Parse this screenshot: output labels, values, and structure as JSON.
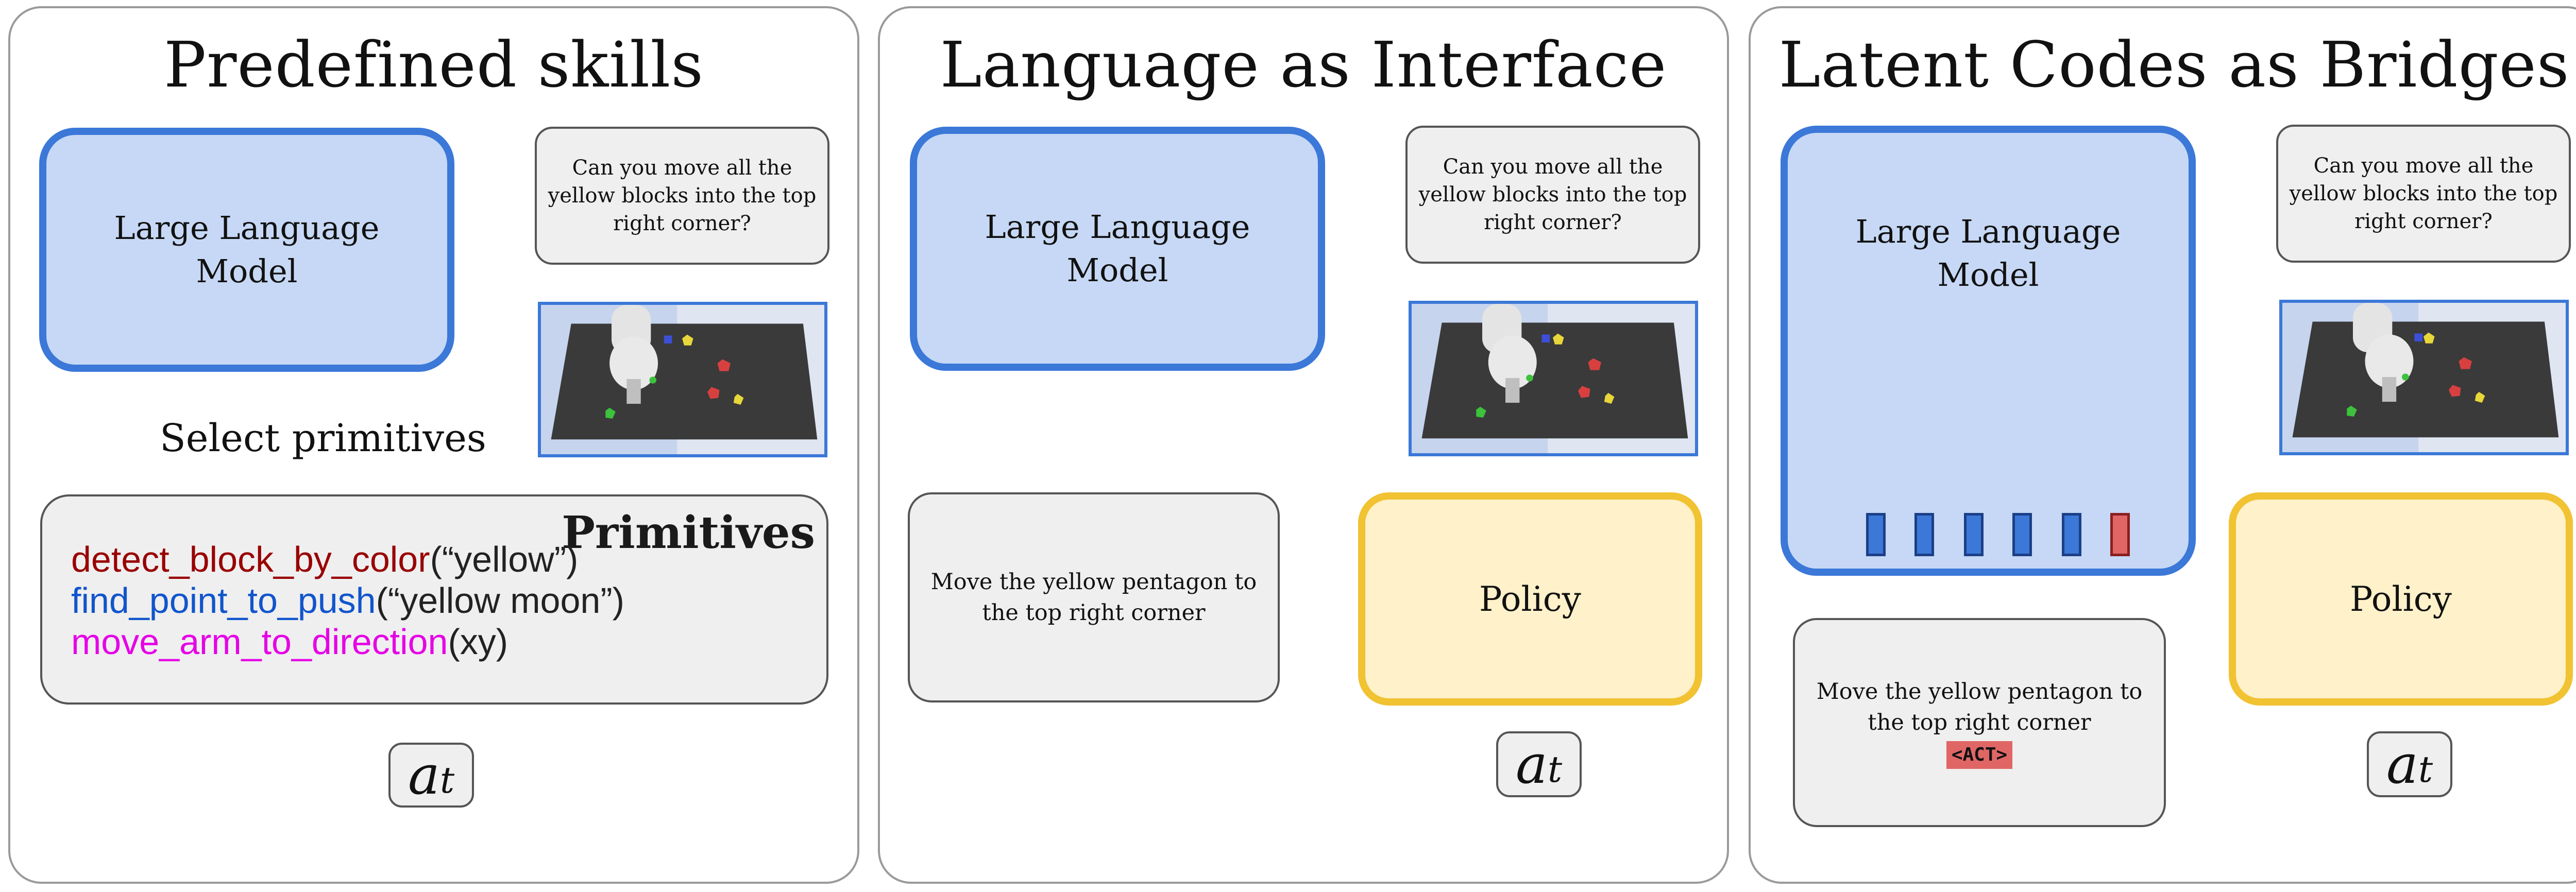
{
  "panels": [
    {
      "title": "Predefined skills",
      "llm_label": "Large Language\nModel",
      "query": "Can you move all the yellow blocks into the top right corner?",
      "edge_label": "Select primitives",
      "primitives": {
        "title": "Primitives",
        "lines": [
          {
            "fn": "detect_block_by_color",
            "arg": "(“yellow”)",
            "color": "#990000"
          },
          {
            "fn": "find_point_to_push",
            "arg": "(“yellow moon”)",
            "color": "#1155cc"
          },
          {
            "fn": "move_arm_to_direction",
            "arg": "(xy)",
            "color": "#e600e6"
          }
        ]
      },
      "action": "a",
      "action_sub": "t"
    },
    {
      "title": "Language as Interface",
      "llm_label": "Large Language\nModel",
      "query": "Can you move all the yellow blocks into the top right corner?",
      "instruction": "Move the yellow pentagon to the top right corner",
      "policy_label": "Policy",
      "action": "a",
      "action_sub": "t"
    },
    {
      "title": "Latent Codes as Bridges",
      "llm_label": "Large Language\nModel",
      "query": "Can you move all the yellow blocks into the top right corner?",
      "instruction": "Move the yellow pentagon to the top right corner",
      "act_token": "<ACT>",
      "policy_label": "Policy",
      "action": "a",
      "action_sub": "t"
    }
  ],
  "colors": {
    "llm_fill": "#c6d8f5",
    "llm_border": "#3b78d8",
    "policy_fill": "#fff1c9",
    "policy_border": "#f1c232",
    "arrow_blue": "#3b78d8",
    "arrow_yellow": "#f1c232",
    "arrow_red": "#e8141a"
  }
}
